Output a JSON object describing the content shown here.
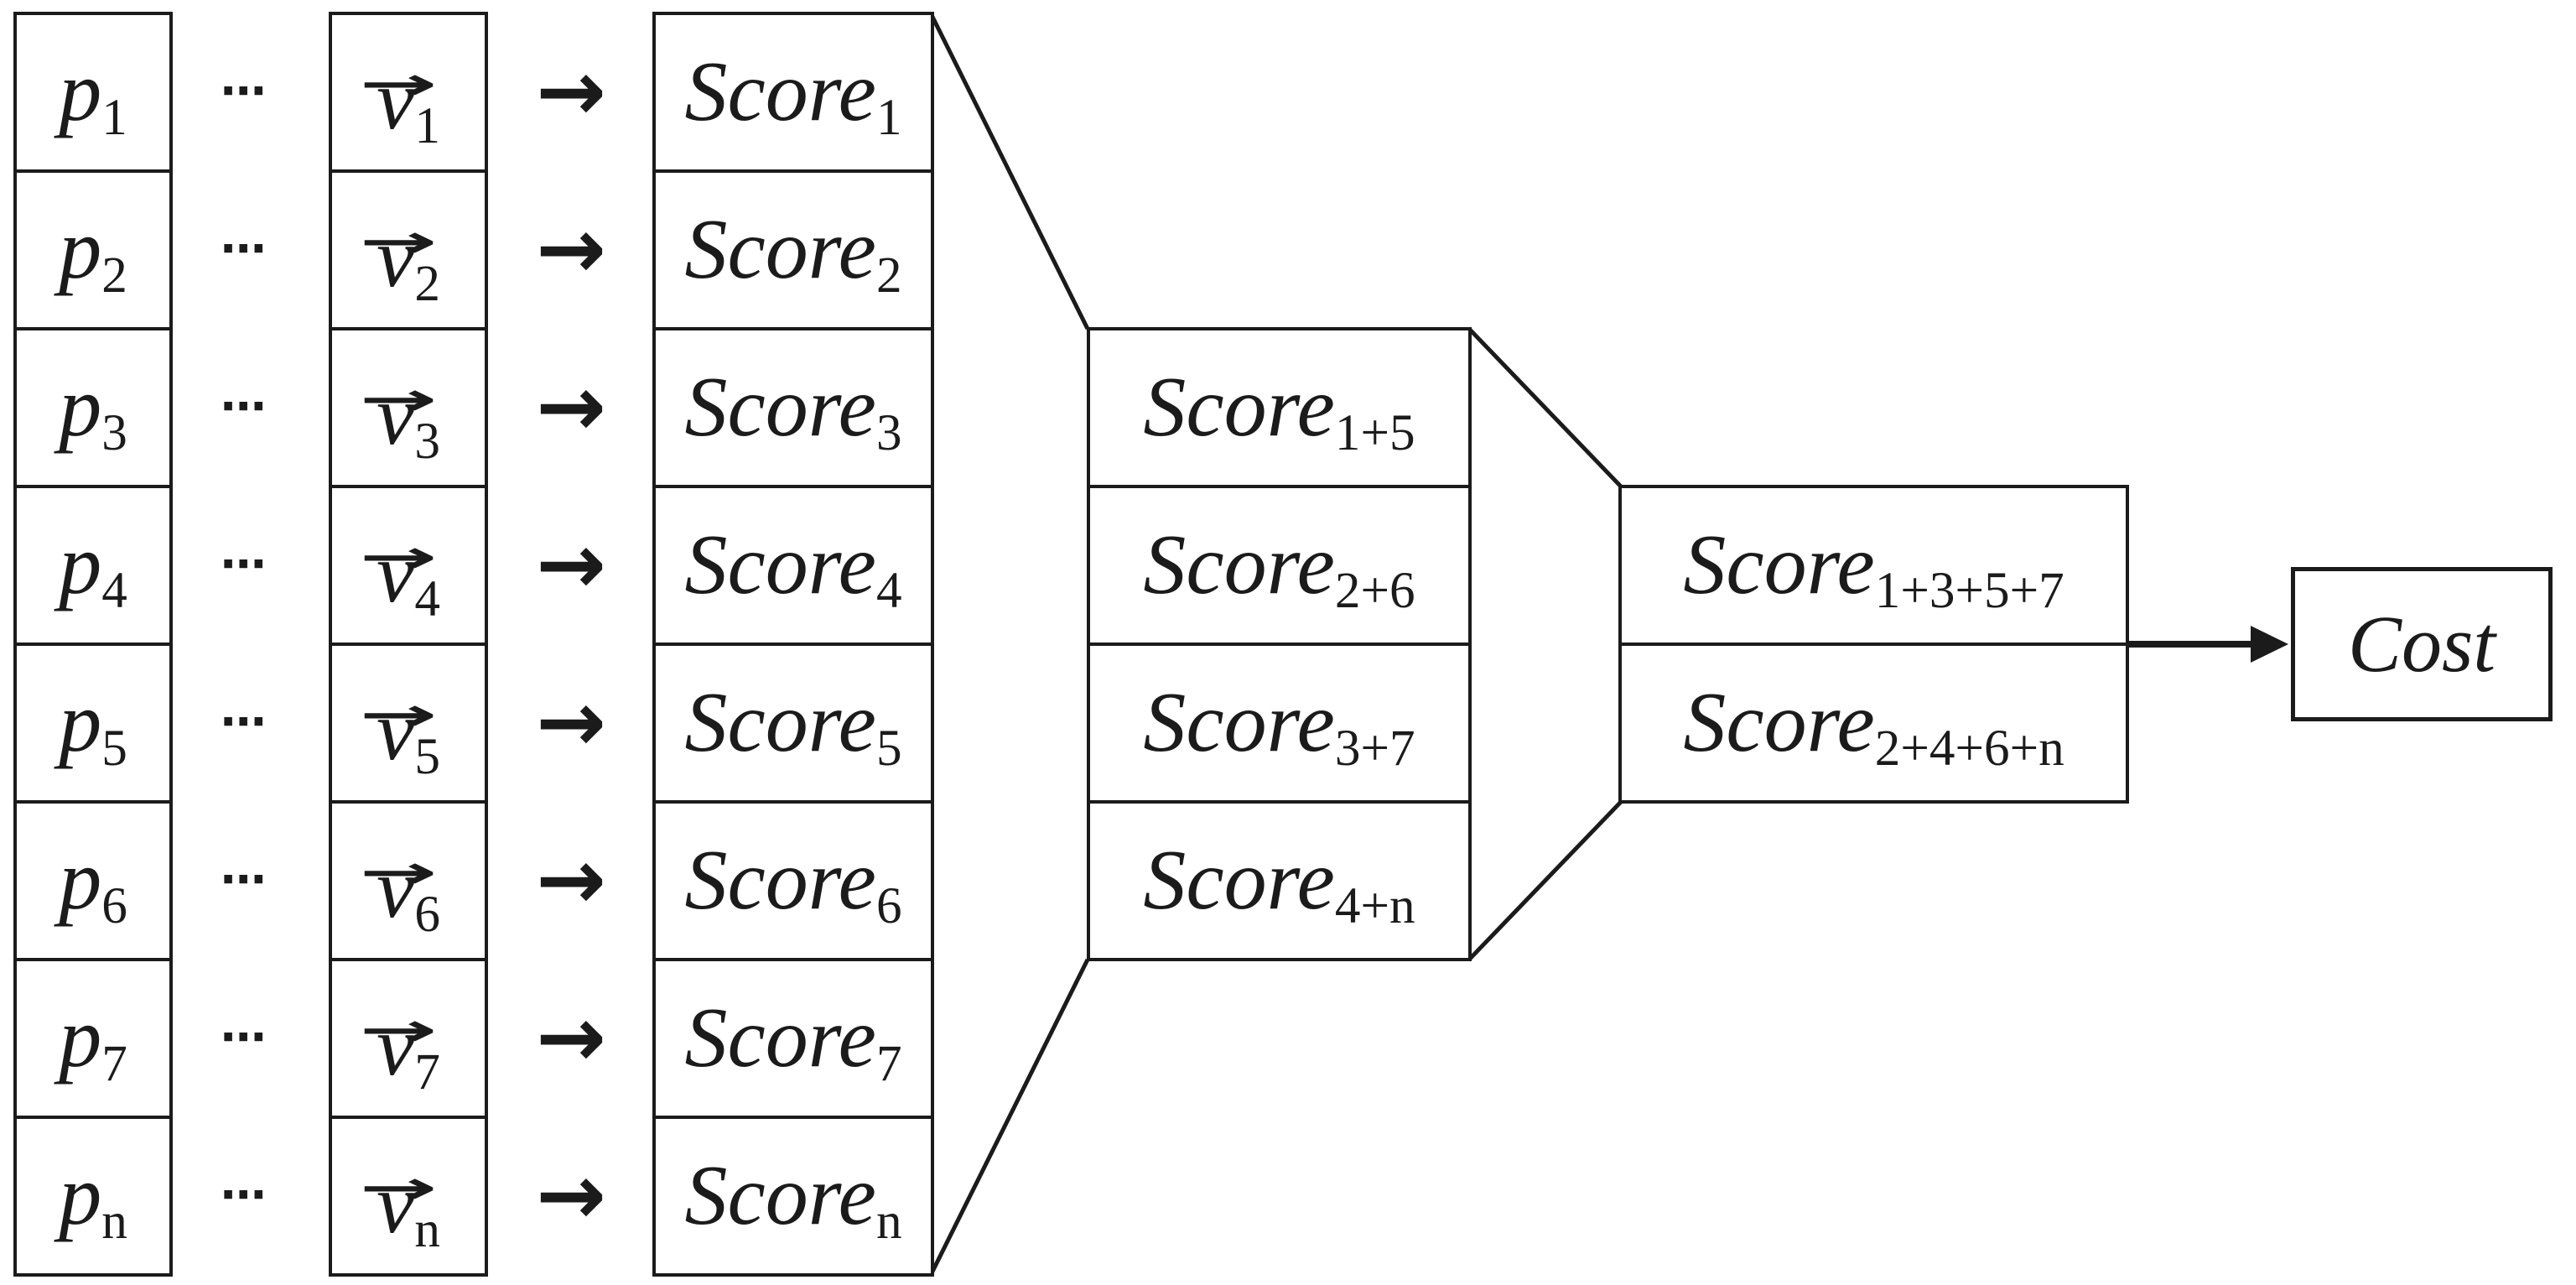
{
  "rows": [
    {
      "p_base": "p",
      "p_sub": "1",
      "v_base": "v",
      "v_sub": "1",
      "score_base": "Score",
      "score_sub": "1"
    },
    {
      "p_base": "p",
      "p_sub": "2",
      "v_base": "v",
      "v_sub": "2",
      "score_base": "Score",
      "score_sub": "2"
    },
    {
      "p_base": "p",
      "p_sub": "3",
      "v_base": "v",
      "v_sub": "3",
      "score_base": "Score",
      "score_sub": "3"
    },
    {
      "p_base": "p",
      "p_sub": "4",
      "v_base": "v",
      "v_sub": "4",
      "score_base": "Score",
      "score_sub": "4"
    },
    {
      "p_base": "p",
      "p_sub": "5",
      "v_base": "v",
      "v_sub": "5",
      "score_base": "Score",
      "score_sub": "5"
    },
    {
      "p_base": "p",
      "p_sub": "6",
      "v_base": "v",
      "v_sub": "6",
      "score_base": "Score",
      "score_sub": "6"
    },
    {
      "p_base": "p",
      "p_sub": "7",
      "v_base": "v",
      "v_sub": "7",
      "score_base": "Score",
      "score_sub": "7"
    },
    {
      "p_base": "p",
      "p_sub": "n",
      "v_base": "v",
      "v_sub": "n",
      "score_base": "Score",
      "score_sub": "n"
    }
  ],
  "stage2": [
    {
      "base": "Score",
      "sub": "1+5"
    },
    {
      "base": "Score",
      "sub": "2+6"
    },
    {
      "base": "Score",
      "sub": "3+7"
    },
    {
      "base": "Score",
      "sub": "4+n"
    }
  ],
  "stage3": [
    {
      "base": "Score",
      "sub": "1+3+5+7"
    },
    {
      "base": "Score",
      "sub": "2+4+6+n"
    }
  ],
  "cost": {
    "label": "Cost"
  },
  "glyphs": {
    "ellipsis": "⋯",
    "maps_to_arrow": "→",
    "vector_arrow": "→"
  },
  "colors": {
    "ink": "#1b1b1b",
    "background": "#ffffff"
  }
}
